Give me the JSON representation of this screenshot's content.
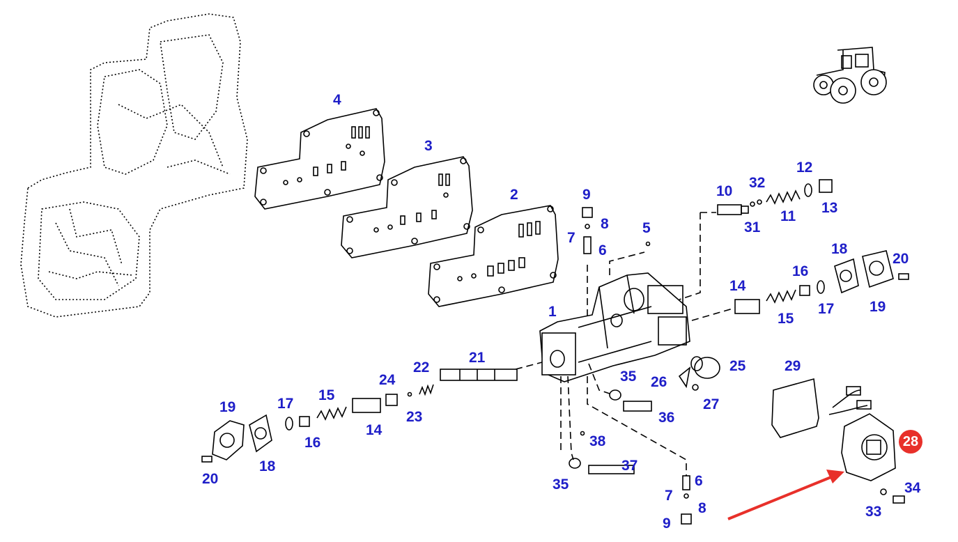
{
  "diagram": {
    "callouts": [
      "1",
      "2",
      "3",
      "4",
      "5",
      "6",
      "7",
      "8",
      "9",
      "10",
      "11",
      "12",
      "13",
      "14",
      "15",
      "16",
      "17",
      "18",
      "19",
      "20",
      "21",
      "22",
      "23",
      "24",
      "25",
      "26",
      "27",
      "29",
      "31",
      "32",
      "33",
      "34",
      "35",
      "36",
      "37",
      "38"
    ],
    "labels": {
      "l1": "1",
      "l2": "2",
      "l3": "3",
      "l4": "4",
      "l5": "5",
      "l6a": "6",
      "l6b": "6",
      "l7a": "7",
      "l7b": "7",
      "l8a": "8",
      "l8b": "8",
      "l9a": "9",
      "l9b": "9",
      "l10": "10",
      "l11": "11",
      "l12": "12",
      "l13": "13",
      "l14a": "14",
      "l14b": "14",
      "l15a": "15",
      "l15b": "15",
      "l16a": "16",
      "l16b": "16",
      "l17a": "17",
      "l17b": "17",
      "l18a": "18",
      "l18b": "18",
      "l19a": "19",
      "l19b": "19",
      "l20a": "20",
      "l20b": "20",
      "l21": "21",
      "l22": "22",
      "l23": "23",
      "l24": "24",
      "l25": "25",
      "l26": "26",
      "l27": "27",
      "l29": "29",
      "l31": "31",
      "l32": "32",
      "l33": "33",
      "l34": "34",
      "l35a": "35",
      "l35b": "35",
      "l36": "36",
      "l37": "37",
      "l38": "38"
    },
    "highlight": {
      "label": "28",
      "color": "#e8302a"
    },
    "arrow_color": "#e8302a",
    "callout_color": "#1e1ec8",
    "icon": "tractor-icon"
  }
}
